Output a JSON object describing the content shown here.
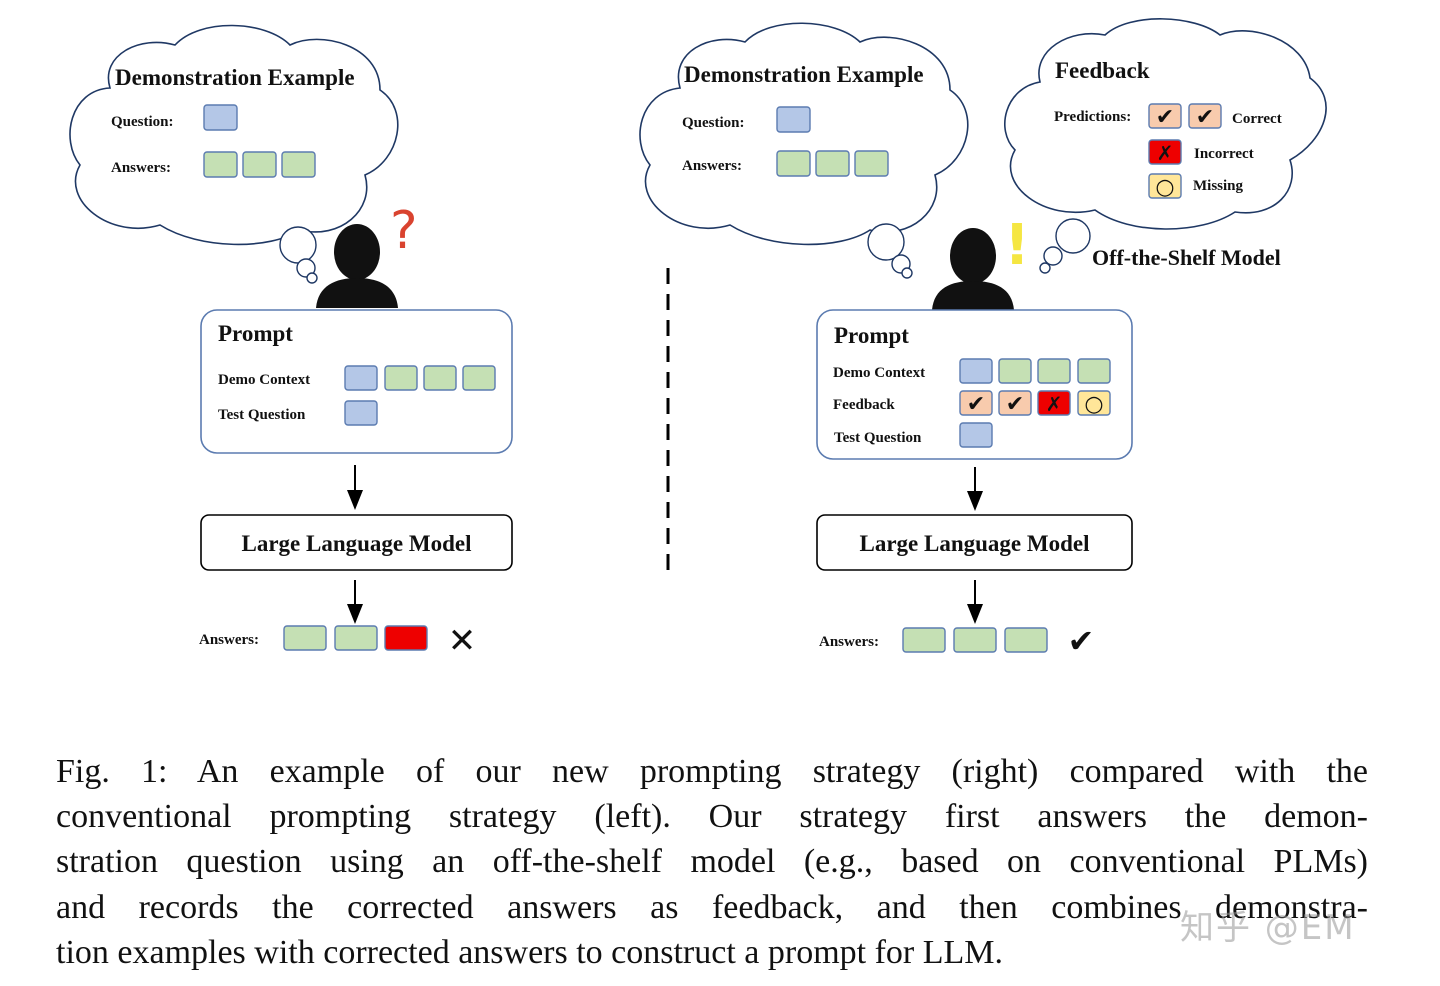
{
  "colors": {
    "question_box": "#b4c7e7",
    "answer_box": "#c5e0b4",
    "wrong_box": "#ee0000",
    "correct_pred_box": "#f8cbad",
    "missing_box": "#ffe699",
    "alert_yellow": "#f5e642",
    "question_mark_red": "#d9432f",
    "box_stroke": "#5b7bb0",
    "cloud_stroke": "#1f3864"
  },
  "left": {
    "demo": {
      "title": "Demonstration Example",
      "question_label": "Question:",
      "answers_label": "Answers:"
    },
    "question_mark": "?",
    "prompt": {
      "title": "Prompt",
      "demo_context_label": "Demo Context",
      "test_question_label": "Test Question"
    },
    "llm_label": "Large Language Model",
    "answers_label": "Answers:",
    "result_symbol": "✕"
  },
  "right": {
    "demo": {
      "title": "Demonstration Example",
      "question_label": "Question:",
      "answers_label": "Answers:"
    },
    "feedback": {
      "title": "Feedback",
      "predictions_label": "Predictions:",
      "correct_label": "Correct",
      "incorrect_label": "Incorrect",
      "missing_label": "Missing"
    },
    "alert_mark": "!",
    "off_the_shelf_label": "Off-the-Shelf Model",
    "prompt": {
      "title": "Prompt",
      "demo_context_label": "Demo Context",
      "feedback_label": "Feedback",
      "test_question_label": "Test Question"
    },
    "llm_label": "Large Language Model",
    "answers_label": "Answers:",
    "result_symbol": "✔"
  },
  "symbols": {
    "check": "✔",
    "cross": "✗",
    "circle": "○"
  },
  "caption": {
    "lines": [
      "Fig. 1: An example of our new prompting strategy (right) compared with the",
      "conventional prompting strategy (left). Our strategy first answers the demon-",
      "stration question using an off-the-shelf model (e.g., based on conventional PLMs)",
      "and records the corrected answers as feedback, and then combines demonstra-",
      "tion examples with corrected answers to construct a prompt for LLM."
    ]
  },
  "watermark": "知乎 @EM"
}
